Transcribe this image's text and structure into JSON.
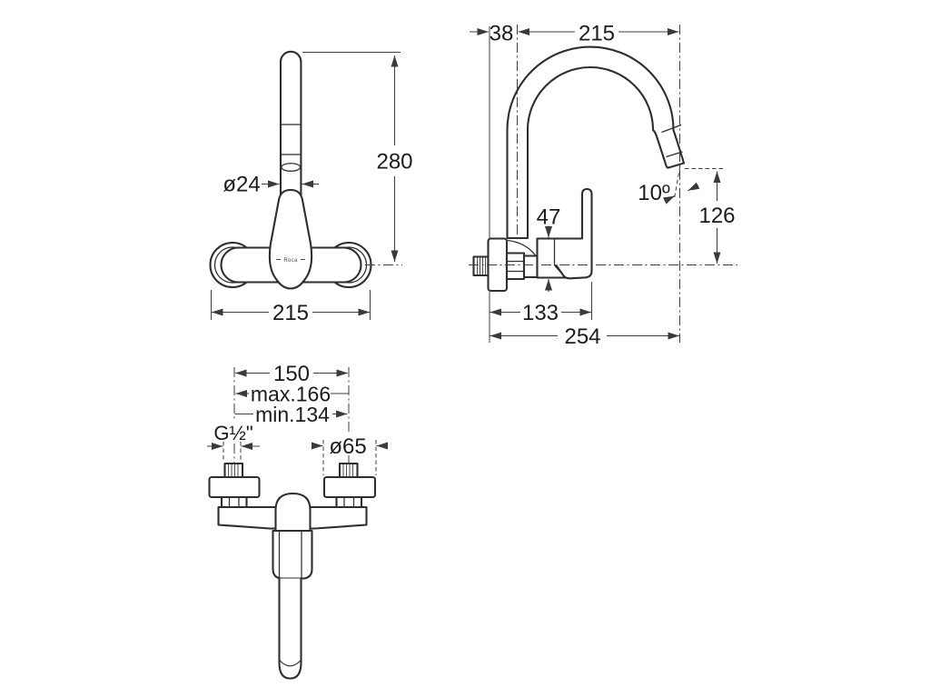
{
  "drawing_labels": {
    "front": {
      "spout_diameter": "ø24",
      "total_height": "280",
      "body_width": "215",
      "brand": "Roca"
    },
    "side": {
      "wall_offset": "38",
      "spout_reach": "215",
      "body_height": "47",
      "spout_angle": "10º",
      "outlet_height": "126",
      "body_depth": "133",
      "total_depth": "254"
    },
    "plan": {
      "inlet_spacing": "150",
      "max_spacing": "max.166",
      "min_spacing": "min.134",
      "thread_size": "G½\"",
      "flange_diameter": "ø65"
    }
  },
  "colors": {
    "background": "#ffffff",
    "line_art": "#2e2e2e",
    "dimension_lines": "#3f3f3f",
    "text": "#1c1c1c"
  }
}
